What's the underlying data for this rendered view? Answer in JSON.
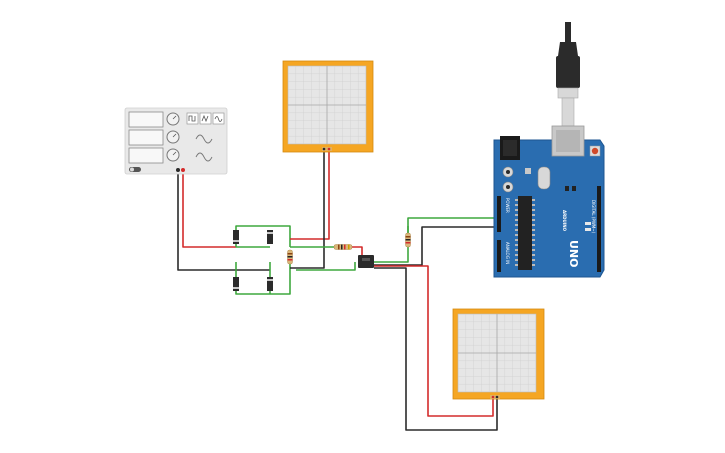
{
  "components": {
    "function_generator": {
      "name": "function-generator",
      "waveform_icons": [
        "square-wave-icon",
        "triangle-wave-icon",
        "sine-wave-icon"
      ],
      "colors": {
        "body": "#e9e9e9",
        "display": "#f4f4f4",
        "knob": "#e0e0e0"
      }
    },
    "oscilloscope_top": {
      "name": "oscilloscope",
      "colors": {
        "frame": "#f5a623",
        "screen": "#e6e6e6",
        "grid": "#cfcfcf"
      }
    },
    "oscilloscope_bottom": {
      "name": "oscilloscope",
      "colors": {
        "frame": "#f5a623",
        "screen": "#e6e6e6",
        "grid": "#cfcfcf"
      }
    },
    "arduino": {
      "board_label": "UNO",
      "brand_label": "ARDUINO",
      "digital_header": "DIGITAL (PWM~)",
      "power_header": "POWER",
      "analog_header": "ANALOG IN",
      "colors": {
        "board": "#2a6db0",
        "chip": "#222222",
        "usb": "#c8c8c8",
        "reset": "#d04a2a"
      }
    },
    "bridge_rectifier": {
      "diode_count": 4
    },
    "resistors": {
      "count": 3
    },
    "transistor": {
      "name": "transistor"
    }
  },
  "wire_colors": {
    "red": "#d42b2b",
    "black": "#2b2b2b",
    "green": "#3fa83f"
  }
}
